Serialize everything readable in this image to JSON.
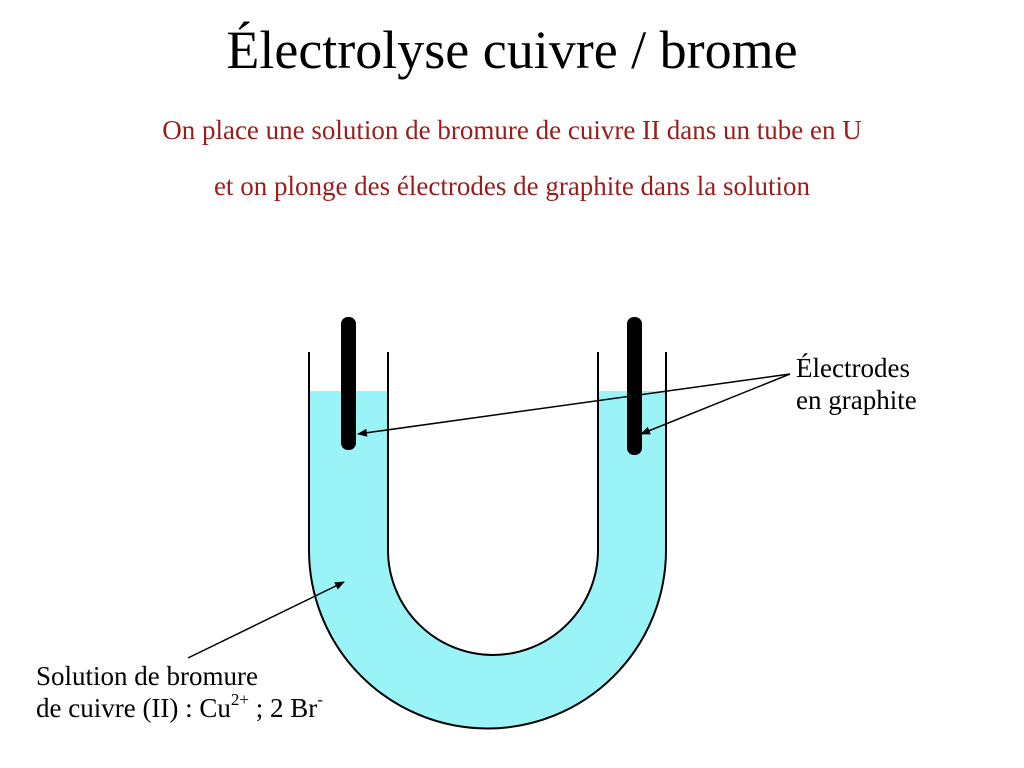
{
  "title": "Électrolyse cuivre / brome",
  "subtitle": {
    "line1": "On place une solution de bromure de cuivre II dans un tube en U",
    "line2": "et on plonge des électrodes de graphite dans la solution"
  },
  "labels": {
    "electrodes_line1": "Électrodes",
    "electrodes_line2": "en graphite",
    "solution_line1": "Solution de bromure",
    "solution_line2_prefix": "de cuivre (II)  : Cu",
    "solution_cu_charge": "2+",
    "solution_line2_mid": " ; 2 Br",
    "solution_br_charge": "-"
  },
  "colors": {
    "subtitle": "#9b1c1c",
    "solution": "#99f3f7",
    "tube_outline": "#000000",
    "electrode": "#000000"
  }
}
